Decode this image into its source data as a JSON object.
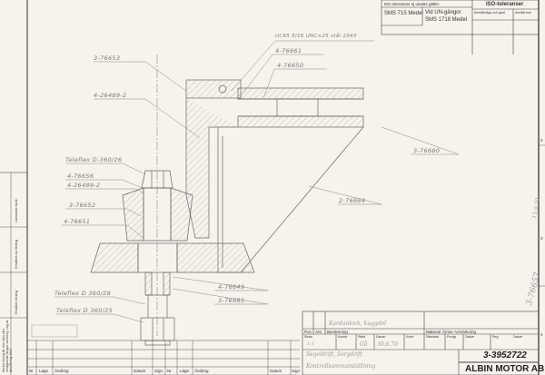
{
  "title_block_top": {
    "tolerance_note": "Där toleranser ej utsatts gäller:",
    "sms715": "SMS 715 Medel",
    "un_thread": "Vid UN-gängor",
    "sms1718": "SMS 1718 Medel",
    "iso_title": "ISO-toleranser",
    "iso_col1": "Ibemått läge och grad",
    "iso_col2": "Avmått mm"
  },
  "part_labels": {
    "p1": "3-76653",
    "p2": "4-26489-2",
    "p3": "UC65 5/16 UNC×25 stål 2343",
    "p4": "4-76661",
    "p5": "4-76650",
    "p6": "3-76680",
    "p7": "2-76664",
    "p8": "Teleflex D-360/26",
    "p9": "4-76656",
    "p10": "4-26489-2",
    "p11": "3-76652",
    "p12": "4-76651",
    "p13": "4-76649",
    "p14": "3-76685",
    "p15": "Teleflex D 360/28",
    "p16": "Teleflex D 360/25"
  },
  "margin": {
    "drawing_ref": "3-76657",
    "date_note": "15.9.70",
    "left_col1": "Lämnade ändr.",
    "left_col2": "Ersättes av ritning",
    "left_col3": "Ersätter ritning",
    "left_note": "Denna ritning får icke utan vårt medgivande delges obehörig. Lag av den 29 maj 1931",
    "zone2": "2",
    "zone3": "3",
    "zone4": "4"
  },
  "revision_table": {
    "headers": [
      "Nr",
      "Läge",
      "Ändring",
      "Datum",
      "Sign",
      "Nr",
      "Läge",
      "Ändring",
      "Datum",
      "Sign"
    ]
  },
  "title_block": {
    "item_name": "Kardanlock, kuggdel",
    "pos": "Pos",
    "antal": "Ant",
    "benamning": "Benämning",
    "material": "Material",
    "amne": "Ämne",
    "anmarkning": "Anmärkning",
    "skala": "Skala",
    "skala_val": "1:1",
    "konstr": "Konstr",
    "ritad": "Ritad",
    "ritad_val": "Gå",
    "datum": "Datum",
    "datum_val": "30.6.70",
    "kontr": "Kontr",
    "standard": "Standard",
    "prodgr": "Prodgr",
    "datum2": "Datum",
    "reg": "Reg",
    "datum3": "Datum",
    "desc1": "Segeldrift, Sorgdrift",
    "desc2": "Kontrollsammanställning",
    "drawing_number": "3-3952722",
    "company": "ALBIN MOTOR AB"
  }
}
